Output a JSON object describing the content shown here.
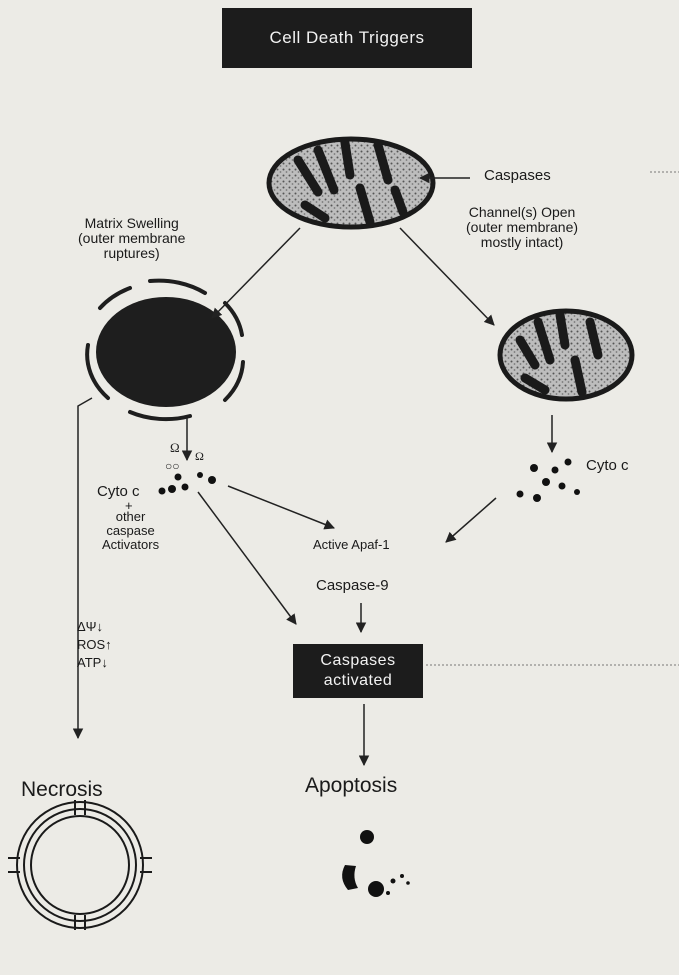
{
  "title": "Cell  Death Triggers",
  "labels": {
    "caspases_input": "Caspases",
    "matrix_swelling": "Matrix Swelling\n(outer membrane\nruptures)",
    "channel_open": "Channel(s) Open\n(outer membrane)\nmostly intact)",
    "cyto_c_left": "Cyto c",
    "plus": "+",
    "other_caspase": "other\ncaspase\nActivators",
    "cyto_c_right": "Cyto c",
    "active_apaf": "Active Apaf-1",
    "caspase9": "Caspase-9",
    "psi": "ΔΨ↓",
    "ros": "ROS↑",
    "atp": "ATP↓",
    "caspases_activated_line1": "Caspases",
    "caspases_activated_line2": "activated",
    "necrosis": "Necrosis",
    "apoptosis": "Apoptosis"
  },
  "colors": {
    "box_bg": "#1c1c1c",
    "box_text": "#f2f2f2",
    "line": "#222222",
    "page_bg": "#ecebe6"
  }
}
